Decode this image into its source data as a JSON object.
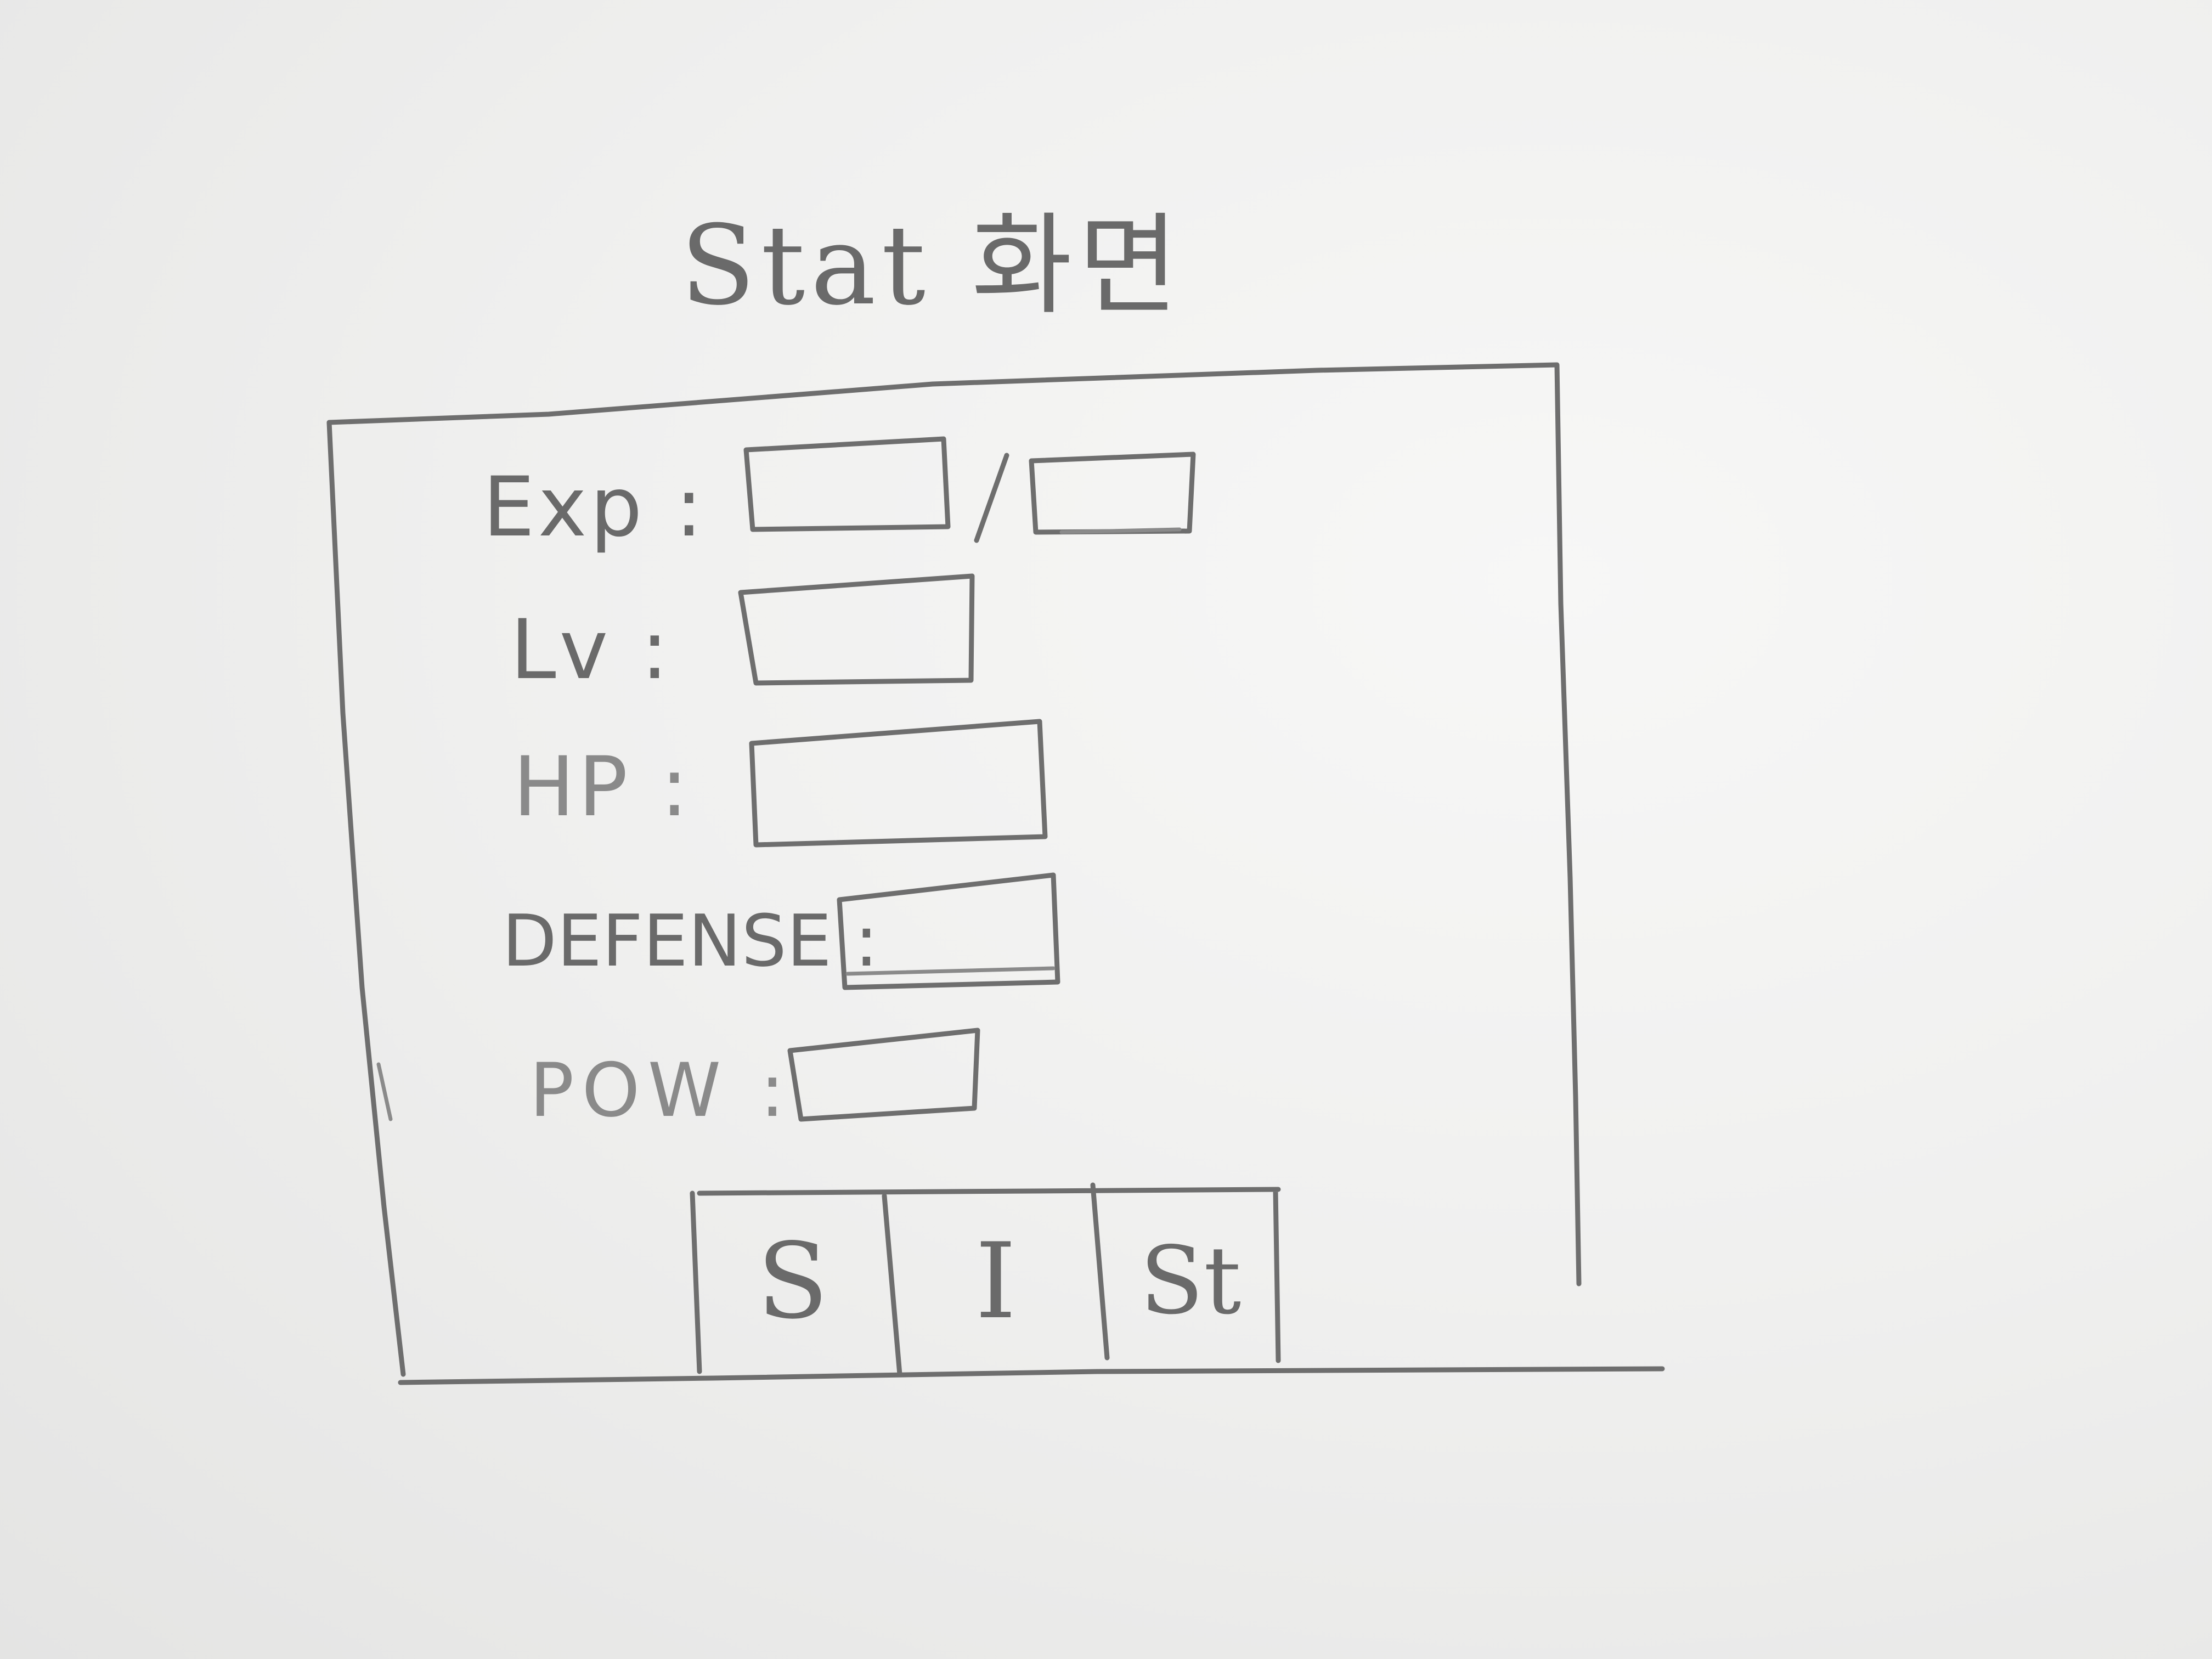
{
  "screen": {
    "title": "Stat 화면"
  },
  "stats": {
    "exp_label": "Exp :",
    "exp_separator": "/",
    "lv_label": "Lv :",
    "hp_label": "HP :",
    "defense_label": "DEFENSE :",
    "pow_label": "POW :"
  },
  "tabs": {
    "s_label": "S",
    "i_label": "I",
    "st_label": "St"
  },
  "colors": {
    "paper": "#f0f0ef",
    "pencil": "#6e6e6e"
  }
}
